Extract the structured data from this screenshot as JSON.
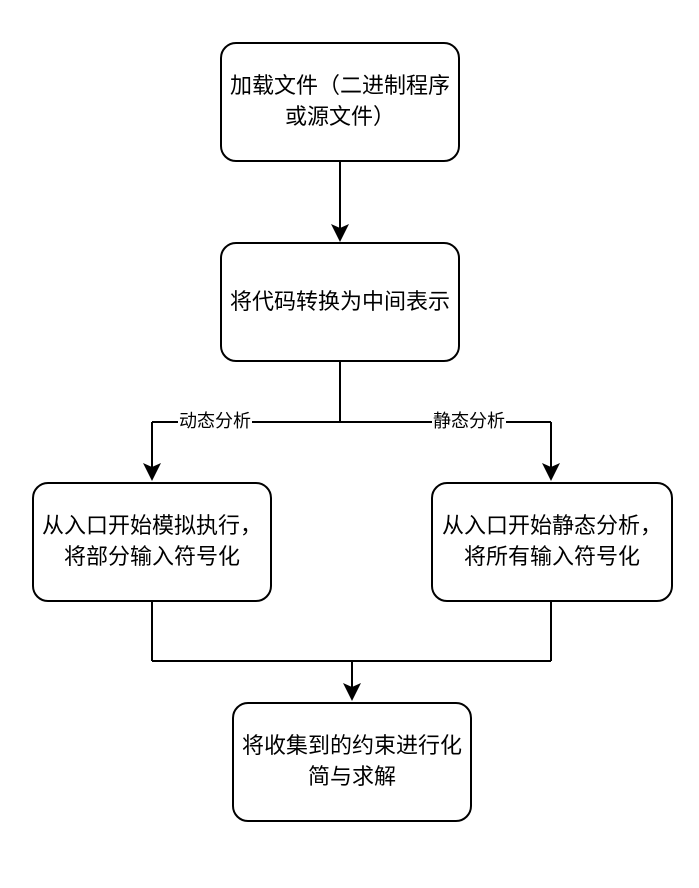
{
  "nodes": {
    "load_file": {
      "text": "加载文件（二进制程序或源文件）"
    },
    "convert_ir": {
      "text": "将代码转换为中间表示"
    },
    "dynamic_exec": {
      "text": "从入口开始模拟执行，将部分输入符号化"
    },
    "static_analysis": {
      "text": "从入口开始静态分析，将所有输入符号化"
    },
    "solve_constraints": {
      "text": "将收集到的约束进行化简与求解"
    }
  },
  "edges": {
    "dynamic_label": "动态分析",
    "static_label": "静态分析"
  },
  "colors": {
    "stroke": "#000000",
    "fill": "#ffffff"
  }
}
